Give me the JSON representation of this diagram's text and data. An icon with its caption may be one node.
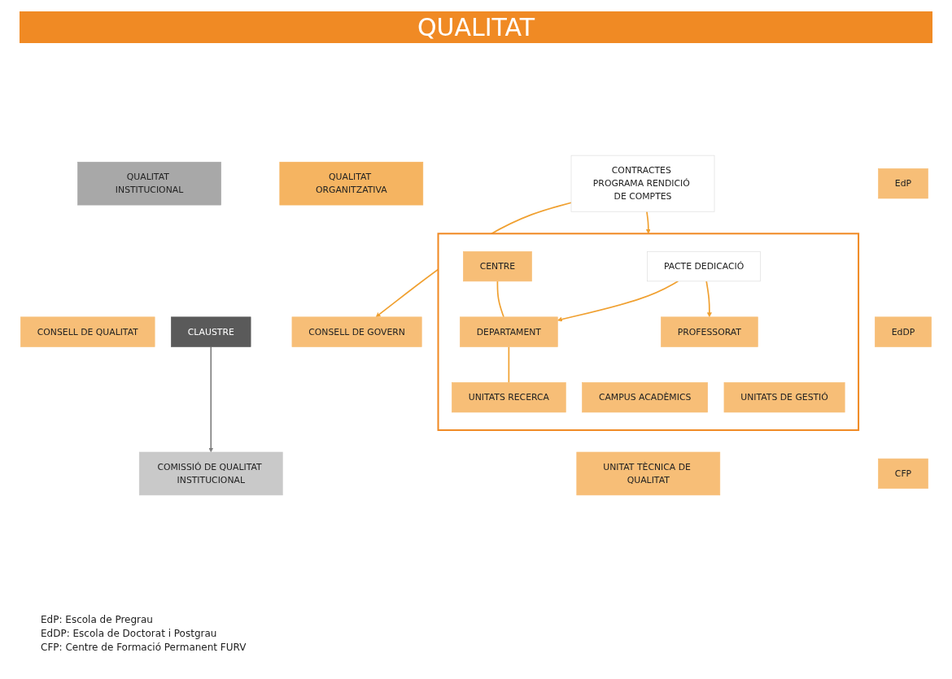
{
  "diagram": {
    "title": "QUALITAT",
    "nodes": [
      {
        "text": [
          "QUALITAT ORGANITZATIVA"
        ]
      },
      {
        "text": [
          "QUALITAT INSTITUCIONAL"
        ]
      },
      {
        "text": [
          "CONSELL DE GOVERN"
        ]
      },
      {
        "text": [
          "CONSELL DE QUALITAT"
        ]
      },
      {
        "text": [
          "CLAUSTRE"
        ]
      },
      {
        "text": [
          "CONTRACTES PROGRAMA RENDICIÓ DE COMPTES"
        ]
      },
      {
        "text": [
          "COMISSIÓ DE QUALITAT INSTITUCIONAL"
        ]
      },
      {
        "text": [],
        "shape": "box"
      },
      {
        "text": [
          "CENTRE"
        ],
        "in": 7
      },
      {
        "text": [
          "DEPARTAMENT"
        ],
        "in": 7
      },
      {
        "text": [
          "UNITATS RECERCA"
        ],
        "in": 7
      },
      {
        "text": [
          "EdP"
        ]
      },
      {
        "text": [
          "PACTE DEDICACIÓ"
        ],
        "in": 7
      },
      {
        "text": [
          "CAMPUS ACADÈMICS"
        ],
        "in": 7
      },
      {
        "text": [
          "EdDP"
        ]
      },
      {
        "text": [
          "PROFESSORAT"
        ],
        "in": 7
      },
      {
        "text": [
          "UNITATS DE GESTIÓ"
        ],
        "in": 7
      },
      {
        "text": [
          "CFP"
        ]
      },
      {
        "text": [
          "UNITAT TÈCNICA DE QUALITAT"
        ]
      }
    ],
    "edges": [
      {
        "from": 5,
        "to": 2,
        "arrow": "to"
      },
      {
        "from": 4,
        "to": 6,
        "arrow": "to",
        "color": "#808080"
      },
      {
        "from": 5,
        "to": 7,
        "arrow": "to"
      },
      {
        "from": 8,
        "to": 9,
        "arrow": "none"
      },
      {
        "from": 9,
        "to": 10,
        "arrow": "none"
      },
      {
        "from": 12,
        "to": 9,
        "arrow": "to"
      },
      {
        "from": 12,
        "to": 15,
        "arrow": "to"
      }
    ],
    "labels": [
      "EdP: Escola de Pregrau",
      "EdDP: Escola de Doctorat i Postgrau",
      "CFP: Centre de Formació Permanent FURV"
    ]
  }
}
